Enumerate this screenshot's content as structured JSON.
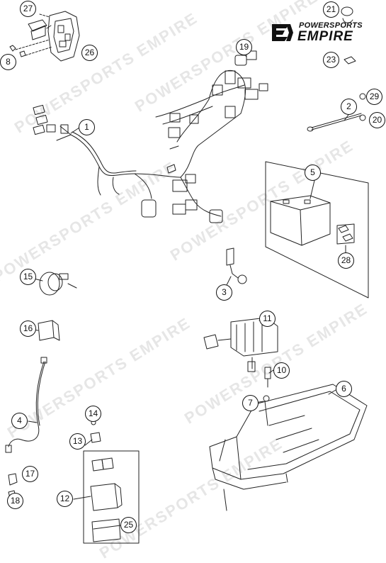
{
  "brand": {
    "line1": "POWERSPORTS",
    "line2": "EMPIRE"
  },
  "watermark_text": "POWERSPORTS EMPIRE",
  "callouts": [
    "1",
    "2",
    "3",
    "4",
    "5",
    "6",
    "7",
    "8",
    "10",
    "11",
    "12",
    "13",
    "14",
    "15",
    "16",
    "17",
    "18",
    "19",
    "20",
    "21",
    "23",
    "25",
    "26",
    "27",
    "28",
    "29"
  ],
  "colors": {
    "line": "#111111",
    "watermark": "#e6e6e6",
    "background": "#ffffff"
  }
}
